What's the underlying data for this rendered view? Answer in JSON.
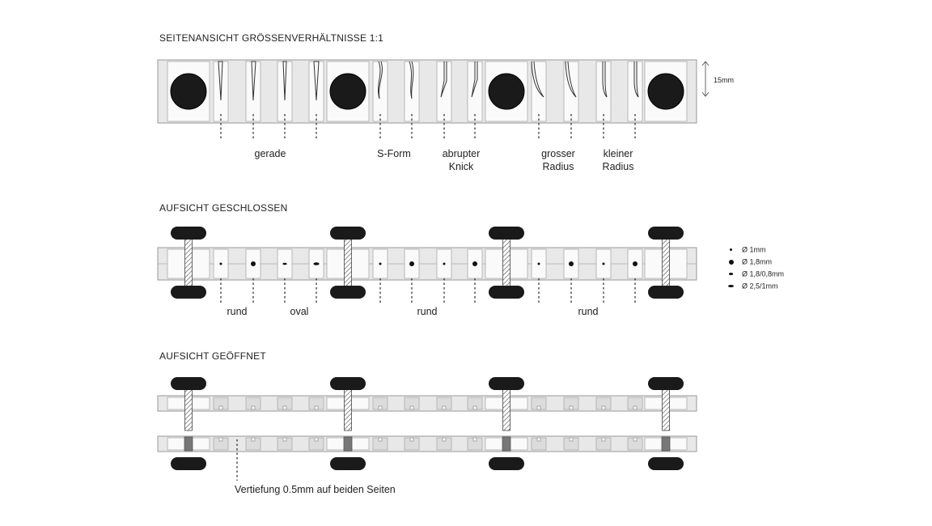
{
  "side_view": {
    "heading": "SEITENANSICHT GRÖSSENVERHÄLTNISSE 1:1",
    "dimension": "15mm",
    "labels": [
      {
        "lines": [
          "gerade"
        ]
      },
      {
        "lines": [
          "S-Form"
        ]
      },
      {
        "lines": [
          "abrupter",
          "Knick"
        ]
      },
      {
        "lines": [
          "grosser",
          "Radius"
        ]
      },
      {
        "lines": [
          "kleiner",
          "Radius"
        ]
      }
    ]
  },
  "top_closed": {
    "heading": "AUFSICHT GESCHLOSSEN",
    "labels": [
      "rund",
      "oval",
      "rund",
      "rund"
    ],
    "legend": [
      {
        "label": "Ø 1mm",
        "shape": "dot-small"
      },
      {
        "label": "Ø 1,8mm",
        "shape": "dot-large"
      },
      {
        "label": "Ø 1,8/0,8mm",
        "shape": "oval-small"
      },
      {
        "label": "Ø 2,5/1mm",
        "shape": "oval-large"
      }
    ]
  },
  "top_open": {
    "heading": "AUFSICHT GEÖFFNET",
    "note": "Vertiefung 0.5mm auf beiden Seiten"
  },
  "colors": {
    "panel": "#e6e6e6",
    "cell": "#fafafa",
    "outline": "#999999",
    "dark": "#1a1a1a",
    "groove": "#777777"
  }
}
